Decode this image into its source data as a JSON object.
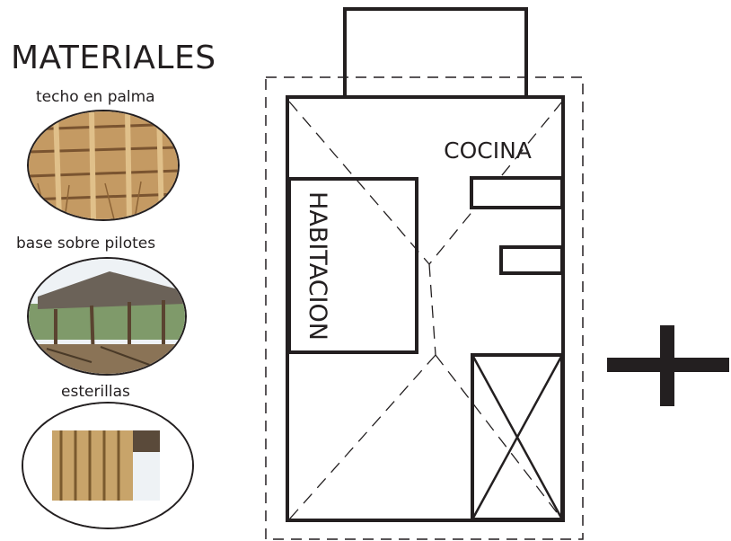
{
  "legend": {
    "title": "MATERIALES",
    "items": [
      {
        "label": "techo en palma",
        "icon": "thatched-palm-roof-photo"
      },
      {
        "label": "base sobre pilotes",
        "icon": "stilt-base-photo"
      },
      {
        "label": "esterillas",
        "icon": "bamboo-mat-photo"
      }
    ]
  },
  "plan": {
    "rooms": {
      "kitchen": "COCINA",
      "bedroom": "HABITACION"
    }
  },
  "colors": {
    "ink": "#231f20",
    "thatch": "#b08a5a",
    "sky": "#eef2f5"
  }
}
